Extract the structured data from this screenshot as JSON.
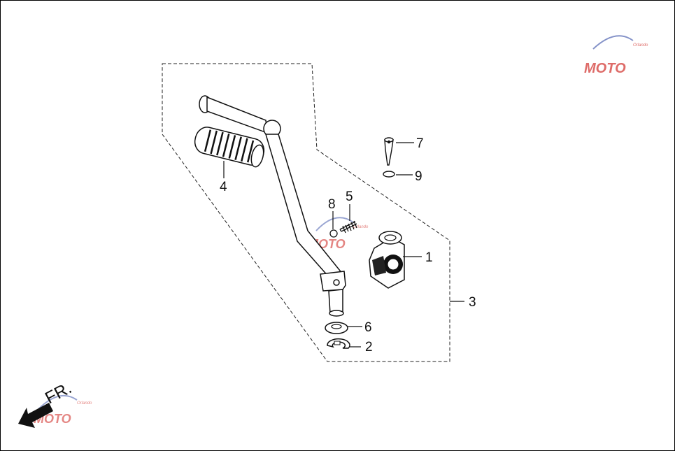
{
  "diagram": {
    "callouts": [
      "1",
      "2",
      "3",
      "4",
      "5",
      "6",
      "7",
      "8",
      "9"
    ],
    "direction_label": "FR.",
    "watermark": {
      "text": "MOTO",
      "subtext": "Orlando"
    }
  },
  "colors": {
    "line": "#111111",
    "watermark_red": "#d9534f",
    "watermark_blue": "#6f7fbf",
    "watermark_gray": "#8a8a8a"
  }
}
